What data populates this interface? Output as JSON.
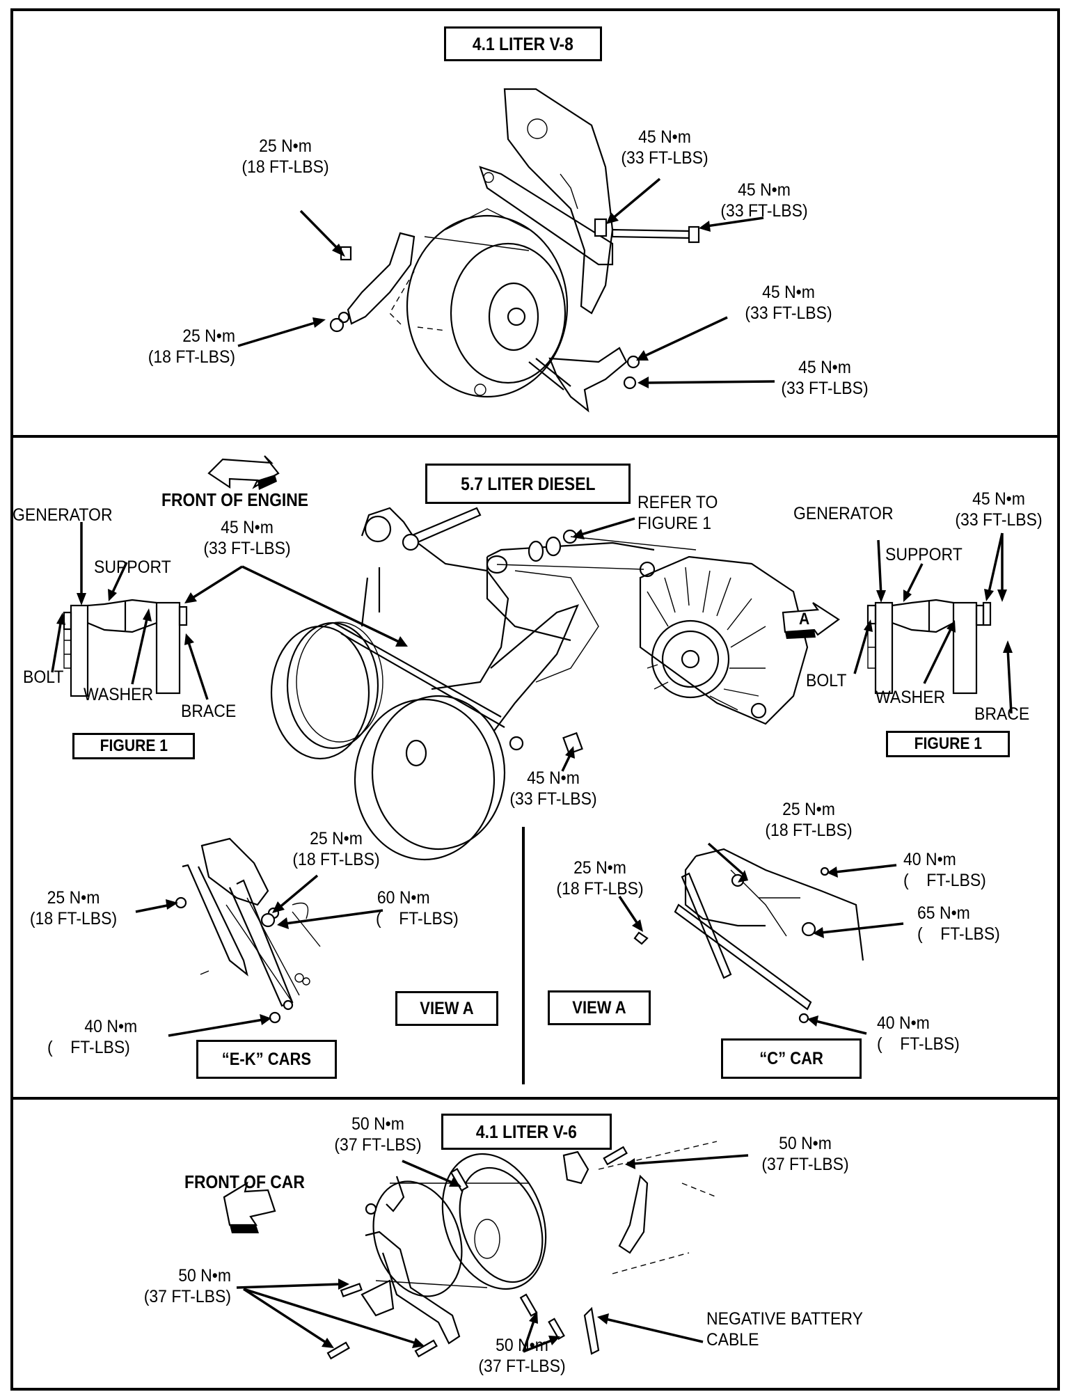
{
  "document": {
    "type": "service-manual-illustration",
    "subject": "Generator mounting torque specifications"
  },
  "sections": {
    "v8": {
      "title": "4.1 LITER V-8",
      "callouts": [
        {
          "id": "v8-upper-left",
          "nm": "25 N•m",
          "ftlbs": "(18 FT-LBS)"
        },
        {
          "id": "v8-lower-left",
          "nm": "25 N•m",
          "ftlbs": "(18 FT-LBS)"
        },
        {
          "id": "v8-top-center",
          "nm": "45 N•m",
          "ftlbs": "(33 FT-LBS)"
        },
        {
          "id": "v8-right-upper",
          "nm": "45 N•m",
          "ftlbs": "(33 FT-LBS)"
        },
        {
          "id": "v8-right-mid",
          "nm": "45 N•m",
          "ftlbs": "(33 FT-LBS)"
        },
        {
          "id": "v8-right-lower",
          "nm": "45 N•m",
          "ftlbs": "(33 FT-LBS)"
        }
      ]
    },
    "diesel": {
      "title": "5.7 LITER DIESEL",
      "front_of_engine": "FRONT OF ENGINE",
      "refer_to": [
        "REFER TO",
        "FIGURE 1"
      ],
      "view_arrow_label": "A",
      "main_callouts": [
        {
          "id": "diesel-upper",
          "nm": "45 N•m",
          "ftlbs": "(33 FT-LBS)"
        },
        {
          "id": "diesel-lower",
          "nm": "45 N•m",
          "ftlbs": "(33 FT-LBS)"
        }
      ],
      "figure_left": {
        "label": "FIGURE 1",
        "parts": {
          "generator": "GENERATOR",
          "support": "SUPPORT",
          "bolt": "BOLT",
          "washer": "WASHER",
          "brace": "BRACE"
        }
      },
      "figure_right": {
        "label": "FIGURE 1",
        "torque": {
          "nm": "45 N•m",
          "ftlbs": "(33 FT-LBS)"
        },
        "parts": {
          "generator": "GENERATOR",
          "support": "SUPPORT",
          "bolt": "BOLT",
          "washer": "WASHER",
          "brace": "BRACE"
        }
      },
      "ek_cars": {
        "label": "“E-K” CARS",
        "view": "VIEW A",
        "callouts": [
          {
            "id": "ek-top",
            "nm": "25 N•m",
            "ftlbs": "(18 FT-LBS)"
          },
          {
            "id": "ek-left",
            "nm": "25 N•m",
            "ftlbs": "(18 FT-LBS)"
          },
          {
            "id": "ek-right",
            "nm": "60 N•m",
            "ftlbs": "(    FT-LBS)"
          },
          {
            "id": "ek-bottom",
            "nm": "40 N•m",
            "ftlbs": "(    FT-LBS)"
          }
        ]
      },
      "c_car": {
        "label": "“C” CAR",
        "view": "VIEW A",
        "callouts": [
          {
            "id": "c-top",
            "nm": "25 N•m",
            "ftlbs": "(18 FT-LBS)"
          },
          {
            "id": "c-left",
            "nm": "25 N•m",
            "ftlbs": "(18 FT-LBS)"
          },
          {
            "id": "c-right-1",
            "nm": "40 N•m",
            "ftlbs": "(    FT-LBS)"
          },
          {
            "id": "c-right-2",
            "nm": "65 N•m",
            "ftlbs": "(    FT-LBS)"
          },
          {
            "id": "c-bottom",
            "nm": "40 N•m",
            "ftlbs": "(    FT-LBS)"
          }
        ]
      }
    },
    "v6": {
      "title": "4.1 LITER V-6",
      "front_of_car": "FRONT OF CAR",
      "negative_battery_cable": [
        "NEGATIVE BATTERY",
        "CABLE"
      ],
      "callouts": [
        {
          "id": "v6-top-left",
          "nm": "50 N•m",
          "ftlbs": "(37 FT-LBS)"
        },
        {
          "id": "v6-top-right",
          "nm": "50 N•m",
          "ftlbs": "(37 FT-LBS)"
        },
        {
          "id": "v6-left",
          "nm": "50 N•m",
          "ftlbs": "(37 FT-LBS)"
        },
        {
          "id": "v6-bottom",
          "nm": "50 N•m",
          "ftlbs": "(37 FT-LBS)"
        }
      ]
    }
  }
}
